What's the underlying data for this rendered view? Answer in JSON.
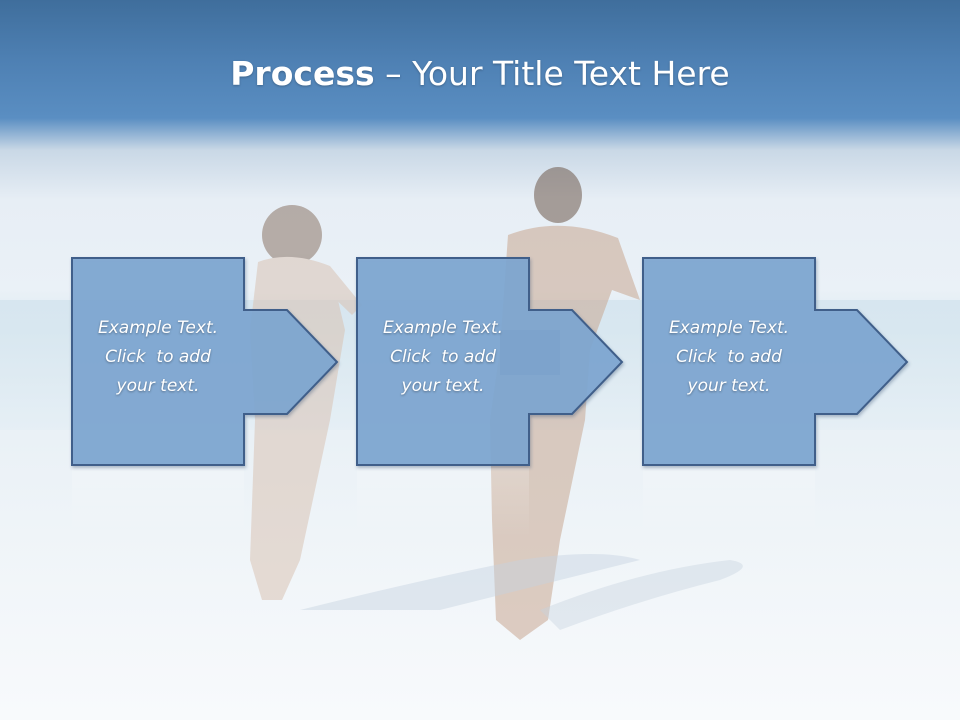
{
  "slide": {
    "title_bold": "Process",
    "title_separator": " – ",
    "title_rest": "Your Title Text Here"
  },
  "steps": [
    {
      "lines": [
        "Example Text.",
        "Click  to add",
        "your text."
      ]
    },
    {
      "lines": [
        "Example Text.",
        "Click  to add",
        "your text."
      ]
    },
    {
      "lines": [
        "Example Text.",
        "Click  to add",
        "your text."
      ]
    }
  ],
  "colors": {
    "box_fill": "#7ea6d2",
    "box_border": "#3f5f8a",
    "title_text": "#ffffff",
    "step_text": "#ffffff"
  }
}
